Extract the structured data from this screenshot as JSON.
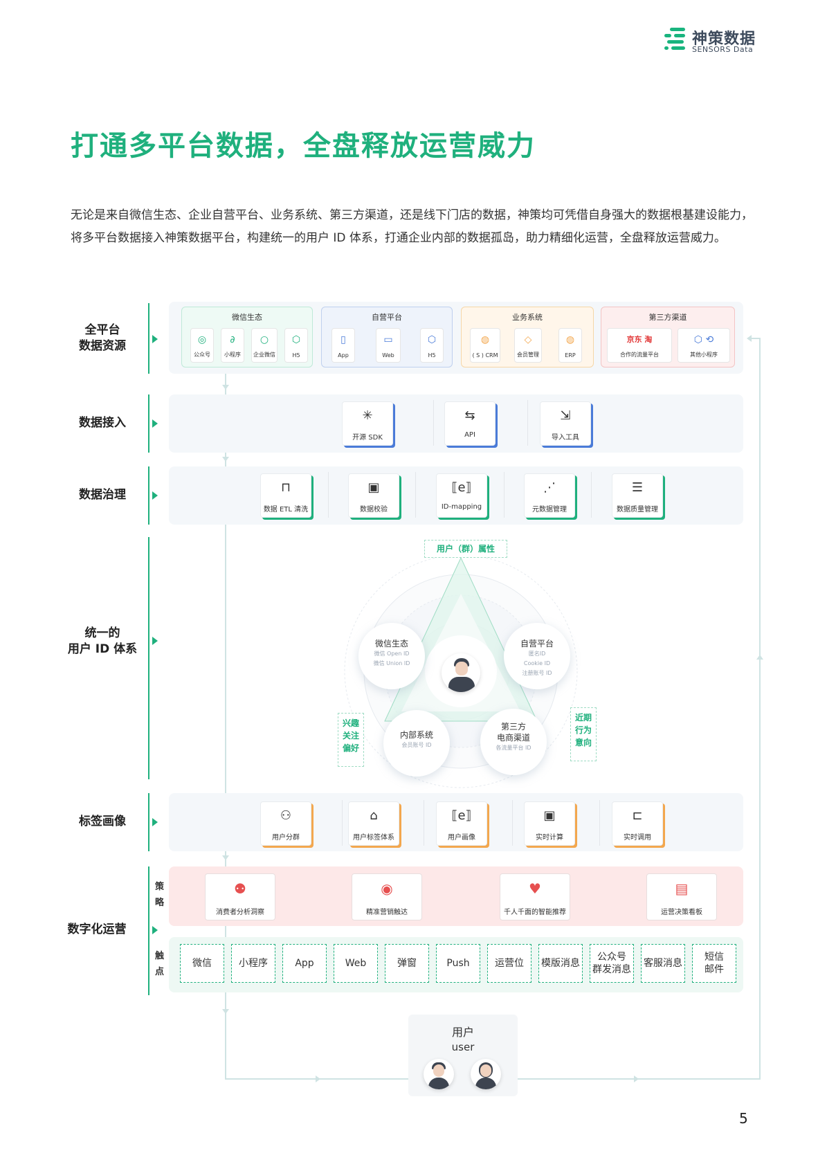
{
  "brand": {
    "name": "神策数据",
    "en": "SENSORS Data",
    "color": "#1fb07d"
  },
  "title": "打通多平台数据，全盘释放运营威力",
  "intro": "无论是来自微信生态、企业自营平台、业务系统、第三方渠道，还是线下门店的数据，神策均可凭借自身强大的数据根基建设能力，将多平台数据接入神策数据平台，构建统一的用户 ID 体系，打通企业内部的数据孤岛，助力精细化运营，全盘释放运营威力。",
  "rows": {
    "sources": "全平台\n数据资源",
    "ingest": "数据接入",
    "govern": "数据治理",
    "id": "统一的\n用户 ID 体系",
    "tag": "标签画像",
    "ops": "数字化运营",
    "strategy_label": "策略",
    "touch_label": "触点"
  },
  "groups": [
    {
      "title": "微信生态",
      "items": [
        {
          "icon": "check-badge-icon",
          "label": "公众号"
        },
        {
          "icon": "mini-program-icon",
          "label": "小程序"
        },
        {
          "icon": "chat-icon",
          "label": "企业微信"
        },
        {
          "icon": "h5-icon",
          "label": "H5"
        }
      ]
    },
    {
      "title": "自营平台",
      "items": [
        {
          "icon": "phone-icon",
          "label": "App"
        },
        {
          "icon": "monitor-icon",
          "label": "Web"
        },
        {
          "icon": "h5-icon",
          "label": "H5"
        }
      ]
    },
    {
      "title": "业务系统",
      "items": [
        {
          "icon": "crm-icon",
          "label": "( S ) CRM"
        },
        {
          "icon": "diamond-icon",
          "label": "会员管理"
        },
        {
          "icon": "erp-icon",
          "label": "ERP"
        }
      ]
    },
    {
      "title": "第三方渠道",
      "items": [
        {
          "icon": "platform-logos-icon",
          "label": "合作的流量平台",
          "logos": "京东 淘"
        },
        {
          "icon": "mini-apps-icon",
          "label": "其他小程序"
        }
      ]
    }
  ],
  "ingest_tools": [
    {
      "icon": "sdk-icon",
      "label": "开源 SDK"
    },
    {
      "icon": "usb-icon",
      "label": "API"
    },
    {
      "icon": "import-icon",
      "label": "导入工具"
    }
  ],
  "govern_tools": [
    {
      "icon": "etl-icon",
      "label": "数据 ETL 清洗"
    },
    {
      "icon": "verify-icon",
      "label": "数据校验"
    },
    {
      "icon": "id-mapping-icon",
      "label": "ID-mapping"
    },
    {
      "icon": "metadata-icon",
      "label": "元数据管理"
    },
    {
      "icon": "quality-icon",
      "label": "数据质量管理"
    }
  ],
  "id_system": {
    "top": "用户（群）属性",
    "left": "兴趣\n关注\n偏好",
    "right": "近期\n行为\n意向",
    "bubbles": [
      {
        "title": "微信生态",
        "sub": [
          "微信 Open ID",
          "微信 Union ID"
        ]
      },
      {
        "title": "自营平台",
        "sub": [
          "匿名ID",
          "Cookie ID",
          "注册账号 ID"
        ]
      },
      {
        "title": "内部系统",
        "sub": [
          "会员账号 ID"
        ]
      },
      {
        "title": "第三方\n电商渠道",
        "sub": [
          "各流量平台 ID"
        ]
      }
    ]
  },
  "tag_tools": [
    {
      "icon": "group-icon",
      "label": "用户分群"
    },
    {
      "icon": "tag-icon",
      "label": "用户标签体系"
    },
    {
      "icon": "profile-icon",
      "label": "用户画像"
    },
    {
      "icon": "chip-icon",
      "label": "实时计算"
    },
    {
      "icon": "call-icon",
      "label": "实时调用"
    }
  ],
  "strategies": [
    {
      "icon": "team-icon",
      "label": "消费者分析洞察"
    },
    {
      "icon": "target-icon",
      "label": "精准营销触达"
    },
    {
      "icon": "heart-head-icon",
      "label": "千人千面的智能推荐"
    },
    {
      "icon": "dashboard-icon",
      "label": "运营决策看板"
    }
  ],
  "touchpoints": [
    "微信",
    "小程序",
    "App",
    "Web",
    "弹窗",
    "Push",
    "运营位",
    "模版消息",
    "公众号\n群发消息",
    "客服消息",
    "短信\n邮件"
  ],
  "user": {
    "cn": "用户",
    "en": "user"
  },
  "page_number": "5"
}
